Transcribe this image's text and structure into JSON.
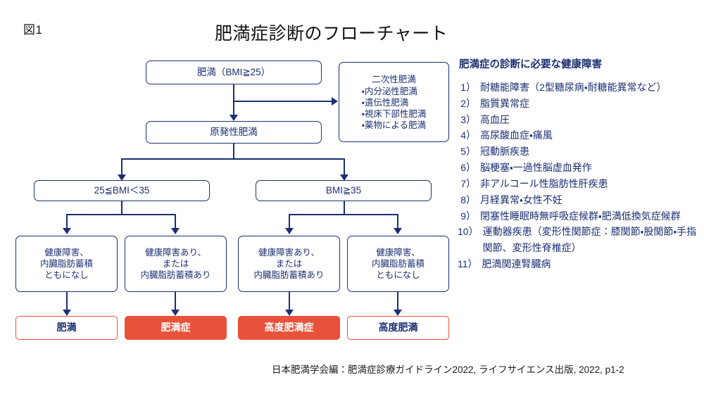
{
  "figure": {
    "label": "図1",
    "title": "肥満症診断のフローチャート"
  },
  "colors": {
    "navy": "#1b2f72",
    "accent_red": "#e8523a",
    "background": "#ffffff",
    "text_black": "#1a1a1a"
  },
  "flowchart": {
    "root": {
      "label": "肥満（BMI≧25）"
    },
    "secondary": {
      "heading": "二次性肥満",
      "items": [
        "・内分泌性肥満",
        "・遺伝性肥満",
        "・視床下部性肥満",
        "・薬物による肥満"
      ]
    },
    "primary": {
      "label": "原発性肥満"
    },
    "bmi_branches": [
      {
        "label": "25≦BMI＜35"
      },
      {
        "label": "BMI≧35"
      }
    ],
    "criteria": [
      {
        "lines": [
          "健康障害、",
          "内臓脂肪蓄積",
          "ともになし"
        ]
      },
      {
        "lines": [
          "健康障害あり、",
          "または",
          "内臓脂肪蓄積あり"
        ]
      },
      {
        "lines": [
          "健康障害あり、",
          "または",
          "内臓脂肪蓄積あり"
        ]
      },
      {
        "lines": [
          "健康障害、",
          "内臓脂肪蓄積",
          "ともになし"
        ]
      }
    ],
    "results": [
      {
        "label": "肥満",
        "style": "plain"
      },
      {
        "label": "肥満症",
        "style": "filled"
      },
      {
        "label": "高度肥満症",
        "style": "filled"
      },
      {
        "label": "高度肥満",
        "style": "plain"
      }
    ]
  },
  "panel": {
    "title": "肥満症の診断に必要な健康障害",
    "items": [
      {
        "num": "1）",
        "text": "耐糖能障害（2型糖尿病・耐糖能異常など）"
      },
      {
        "num": "2）",
        "text": "脂質異常症"
      },
      {
        "num": "3）",
        "text": "高血圧"
      },
      {
        "num": "4）",
        "text": "高尿酸血症・痛風"
      },
      {
        "num": "5）",
        "text": "冠動脈疾患"
      },
      {
        "num": "6）",
        "text": "脳梗塞・一過性脳虚血発作"
      },
      {
        "num": "7）",
        "text": "非アルコール性脂肪性肝疾患"
      },
      {
        "num": "8）",
        "text": "月経異常・女性不妊"
      },
      {
        "num": "9）",
        "text": "閉塞性睡眠時無呼吸症候群・肥満低換気症候群"
      },
      {
        "num": "10）",
        "text": "運動器疾患（変形性関節症：膝関節・股関節・手指関節、変形性脊椎症）"
      },
      {
        "num": "11）",
        "text": "肥満関連腎臓病"
      }
    ]
  },
  "citation": {
    "text": "日本肥満学会編：肥満症診療ガイドライン2022, ライフサイエンス出版, 2022, p1-2"
  }
}
